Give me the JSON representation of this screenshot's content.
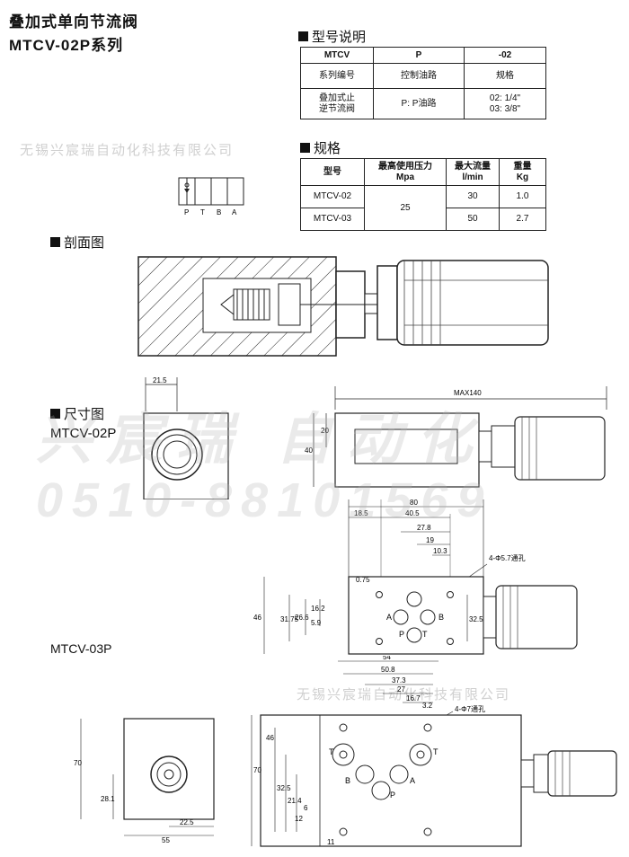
{
  "header": {
    "title": "叠加式单向节流阀",
    "subtitle": "MTCV-02P系列"
  },
  "model_section": {
    "heading": "型号说明",
    "cols": [
      "MTCV",
      "P",
      "-02"
    ],
    "row1": [
      "系列编号",
      "控制油路",
      "规格"
    ],
    "row2_c1a": "叠加式止",
    "row2_c1b": "逆节流阀",
    "row2_c2": "P: P油路",
    "row2_c3a": "02: 1/4\"",
    "row2_c3b": "03: 3/8\""
  },
  "spec_section": {
    "heading": "规格",
    "h_model": "型号",
    "h_pressure_a": "最高使用压力",
    "h_pressure_b": "Mpa",
    "h_flow_a": "最大流量",
    "h_flow_b": "l/min",
    "h_weight_a": "重量",
    "h_weight_b": "Kg",
    "rows": [
      {
        "model": "MTCV-02",
        "pressure": "25",
        "flow": "30",
        "weight": "1.0"
      },
      {
        "model": "MTCV-03",
        "pressure": "",
        "flow": "50",
        "weight": "2.7"
      }
    ]
  },
  "symbol": {
    "ports": [
      "P",
      "T",
      "B",
      "A"
    ]
  },
  "section_view": {
    "heading": "剖面图"
  },
  "dimension": {
    "heading": "尺寸图",
    "model02": "MTCV-02P",
    "model03": "MTCV-03P"
  },
  "watermark": {
    "company": "无锡兴宸瑞自动化科技有限公司",
    "big": "兴宸瑞 自动化",
    "phone": "0510-88101569"
  },
  "dims02": {
    "w215": "21.5",
    "max140": "MAX140",
    "h20": "20",
    "h40": "40",
    "w80": "80",
    "w185": "18.5",
    "w405": "40.5",
    "w278": "27.8",
    "w19": "19",
    "w103": "10.3",
    "hole": "4-Φ5.7通孔",
    "h075": "0.75",
    "h46": "46",
    "h3175": "31.75",
    "h266": "26.6",
    "h162": "16.2",
    "h59": "5.9",
    "h325": "32.5",
    "pA": "A",
    "pB": "B",
    "pP": "P",
    "pT": "T"
  },
  "dims03": {
    "w54": "54",
    "w508": "50.8",
    "w373": "37.3",
    "w27": "27",
    "w167": "16.7",
    "w32": "3.2",
    "hole": "4-Φ7通孔",
    "h70a": "70",
    "h281": "28.1",
    "w225": "22.5",
    "w55": "55",
    "h70b": "70",
    "h46": "46",
    "h325": "32.5",
    "h214": "21.4",
    "h12": "12",
    "h6": "6",
    "w11": "11",
    "pT1": "T",
    "pT2": "T",
    "pA": "A",
    "pB": "B",
    "pP": "P"
  }
}
